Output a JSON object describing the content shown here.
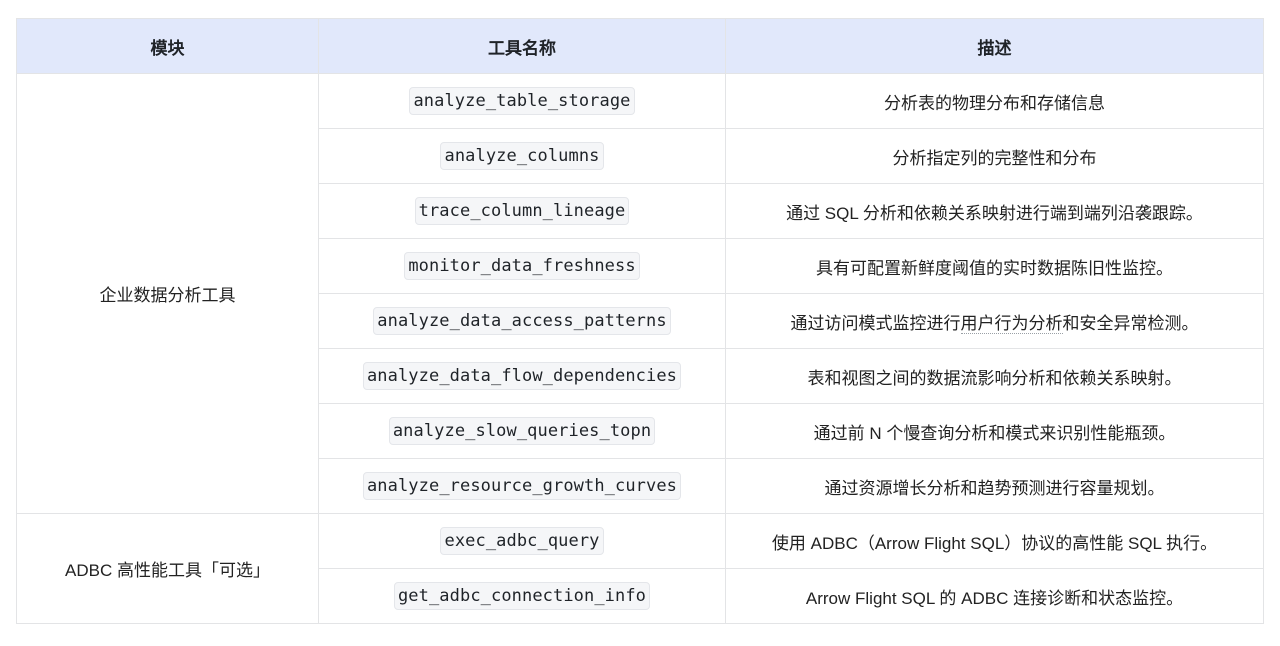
{
  "table": {
    "headers": {
      "module": "模块",
      "tool_name": "工具名称",
      "description": "描述"
    },
    "groups": [
      {
        "module": "企业数据分析工具",
        "rows": [
          {
            "tool": "analyze_table_storage",
            "desc": "分析表的物理分布和存储信息"
          },
          {
            "tool": "analyze_columns",
            "desc": "分析指定列的完整性和分布"
          },
          {
            "tool": "trace_column_lineage",
            "desc": "通过 SQL 分析和依赖关系映射进行端到端列沿袭跟踪。"
          },
          {
            "tool": "monitor_data_freshness",
            "desc": "具有可配置新鲜度阈值的实时数据陈旧性监控。"
          },
          {
            "tool": "analyze_data_access_patterns",
            "desc_before": "通过访问模式监控进行",
            "desc_term": "用户行为分析",
            "desc_after": "和安全异常检测。"
          },
          {
            "tool": "analyze_data_flow_dependencies",
            "desc": "表和视图之间的数据流影响分析和依赖关系映射。"
          },
          {
            "tool": "analyze_slow_queries_topn",
            "desc": "通过前 N 个慢查询分析和模式来识别性能瓶颈。"
          },
          {
            "tool": "analyze_resource_growth_curves",
            "desc": "通过资源增长分析和趋势预测进行容量规划。"
          }
        ]
      },
      {
        "module": "ADBC 高性能工具「可选」",
        "rows": [
          {
            "tool": "exec_adbc_query",
            "desc": "使用 ADBC（Arrow Flight SQL）协议的高性能 SQL 执行。"
          },
          {
            "tool": "get_adbc_connection_info",
            "desc": "Arrow Flight SQL 的 ADBC 连接诊断和状态监控。"
          }
        ]
      }
    ]
  },
  "colors": {
    "header_bg": "#e1e8fb",
    "border": "#e3e4e6",
    "code_bg": "#f5f6f8"
  }
}
